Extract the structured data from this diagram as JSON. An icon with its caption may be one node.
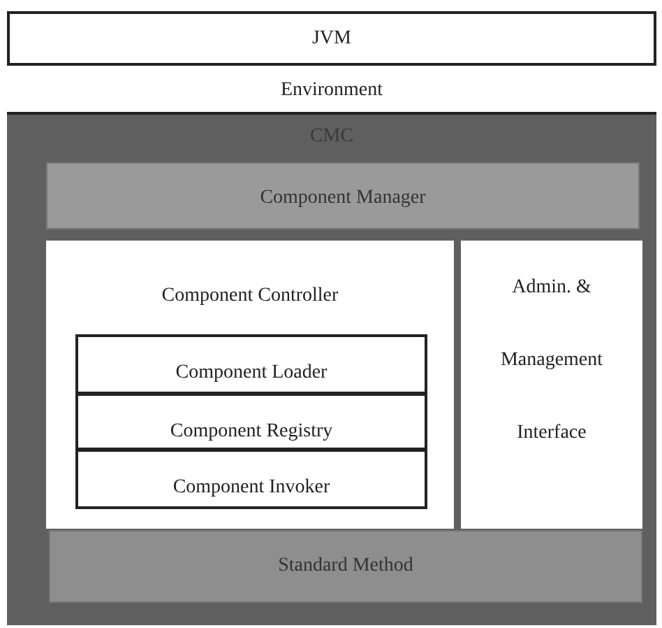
{
  "diagram": {
    "nodes": [
      {
        "text": [
          "JVM"
        ]
      },
      {
        "text": [
          "Environment"
        ],
        "in": 0
      },
      {
        "text": [
          "CMC"
        ],
        "in": 1
      },
      {
        "text": [
          "Component Manager"
        ],
        "in": 2
      },
      {
        "text": [
          "Component Controller"
        ],
        "in": 2
      },
      {
        "text": [
          "Component Loader"
        ],
        "in": 4
      },
      {
        "text": [
          "Component Registry"
        ],
        "in": 4
      },
      {
        "text": [
          "Component Invoker"
        ],
        "in": 4
      },
      {
        "text": [
          "Admin. & Management Interface"
        ],
        "in": 2
      },
      {
        "text": [
          "Standard Method"
        ],
        "in": 2
      }
    ]
  }
}
